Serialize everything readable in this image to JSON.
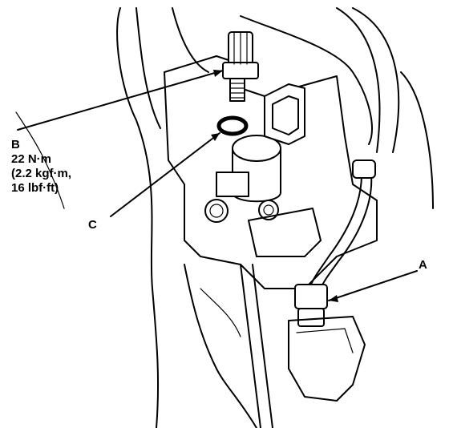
{
  "labels": {
    "a": "A",
    "b_letter": "B",
    "b_torque_line1": "22 N·m",
    "b_torque_line2": "(2.2 kgf·m,",
    "b_torque_line3": "16 lbf·ft)",
    "c": "C"
  },
  "colors": {
    "ink": "#000000",
    "paper": "#ffffff"
  }
}
